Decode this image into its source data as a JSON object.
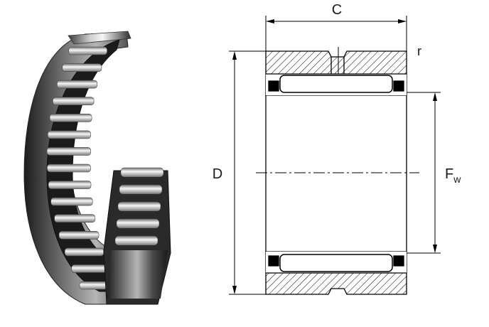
{
  "photo": {
    "subject": "needle-roller-bearing"
  },
  "drawing": {
    "labels": {
      "width": "C",
      "outer_diameter": "D",
      "chamfer": "r",
      "bore_symbol": "F",
      "bore_subscript": "w"
    },
    "colors": {
      "line": "#000000",
      "hatch": "#000000",
      "roller_fill": "#ffffff",
      "seal_fill": "#000000"
    }
  }
}
